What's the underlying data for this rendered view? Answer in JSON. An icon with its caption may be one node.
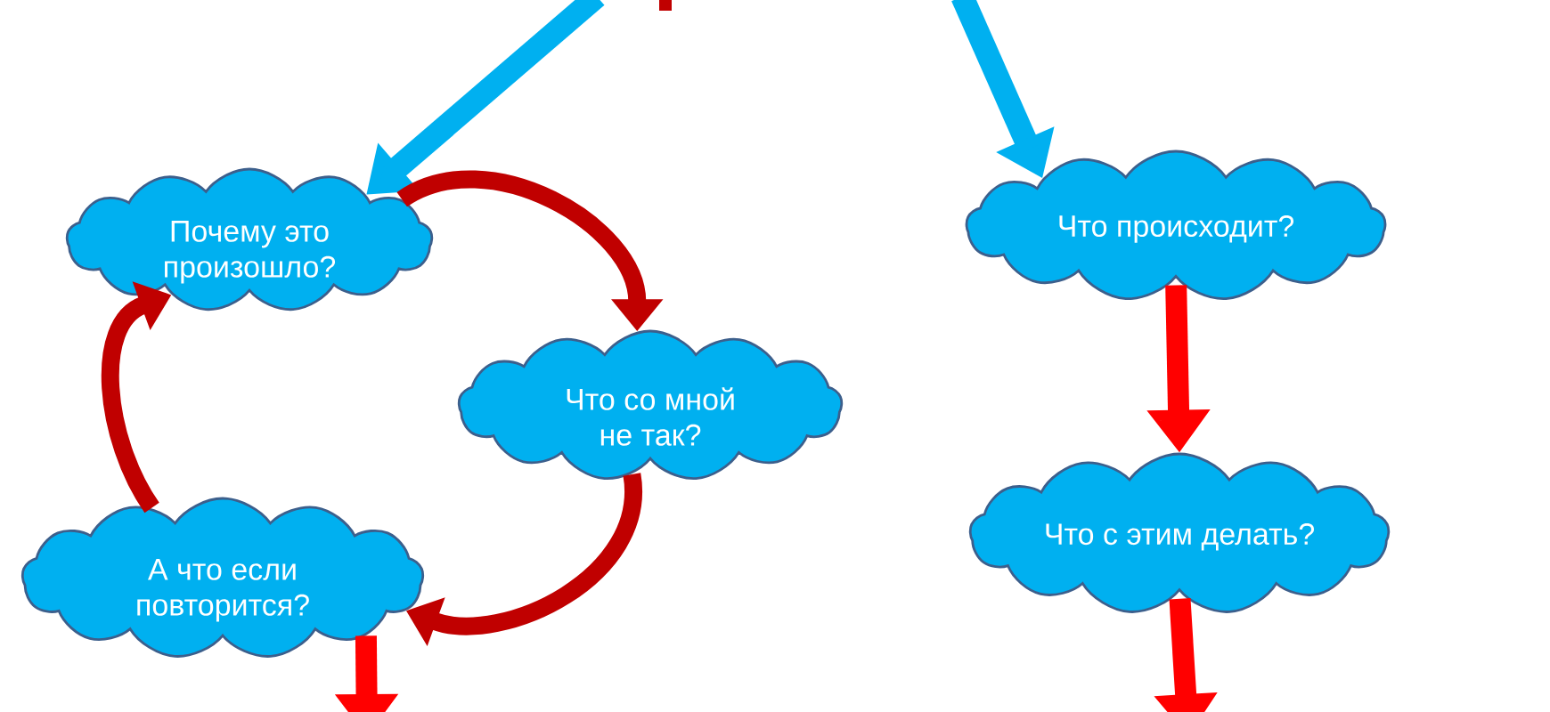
{
  "diagram": {
    "nodes": [
      {
        "text": [
          "Почему это произошло?"
        ]
      },
      {
        "text": [
          "Что со мной не так?"
        ]
      },
      {
        "text": [
          "А что если повторится?"
        ]
      },
      {
        "text": [
          "Что происходит?"
        ]
      },
      {
        "text": [
          "Что с этим делать?"
        ]
      }
    ],
    "edges": [
      {
        "from": null,
        "to": 0,
        "arrow": "to",
        "color": "#00b0f0"
      },
      {
        "from": null,
        "to": 3,
        "arrow": "to",
        "color": "#00b0f0"
      },
      {
        "from": 0,
        "to": 1,
        "arrow": "to",
        "color": "#c00000"
      },
      {
        "from": 1,
        "to": 2,
        "arrow": "to",
        "color": "#c00000"
      },
      {
        "from": 2,
        "to": 0,
        "arrow": "to",
        "color": "#c00000"
      },
      {
        "from": 3,
        "to": 4,
        "arrow": "to",
        "color": "#ff0000"
      },
      {
        "from": 4,
        "to": null,
        "arrow": "to",
        "color": "#ff0000"
      },
      {
        "from": 2,
        "to": null,
        "arrow": "to",
        "color": "#ff0000"
      }
    ]
  }
}
